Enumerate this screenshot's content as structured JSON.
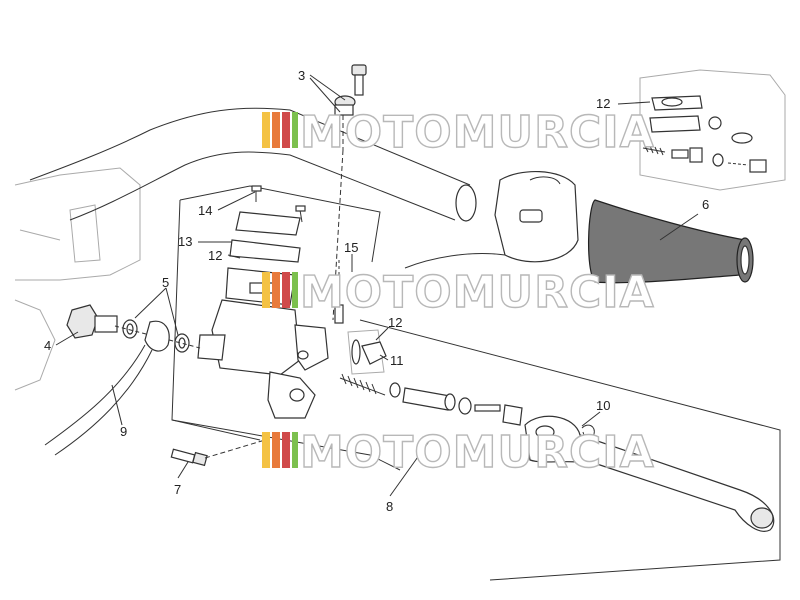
{
  "diagram": {
    "watermark": "MOTOMURCIA",
    "callouts": [
      "3",
      "14",
      "13",
      "12",
      "15",
      "5",
      "4",
      "12",
      "11",
      "9",
      "7",
      "8",
      "10",
      "12",
      "6"
    ]
  },
  "colors": {
    "line": "#333333",
    "grip": "#777777",
    "watermark_outline": "#b8b8b8",
    "watermark_stripes": [
      "#f4c244",
      "#e87a3c",
      "#d04a4a",
      "#7cc04e"
    ]
  }
}
